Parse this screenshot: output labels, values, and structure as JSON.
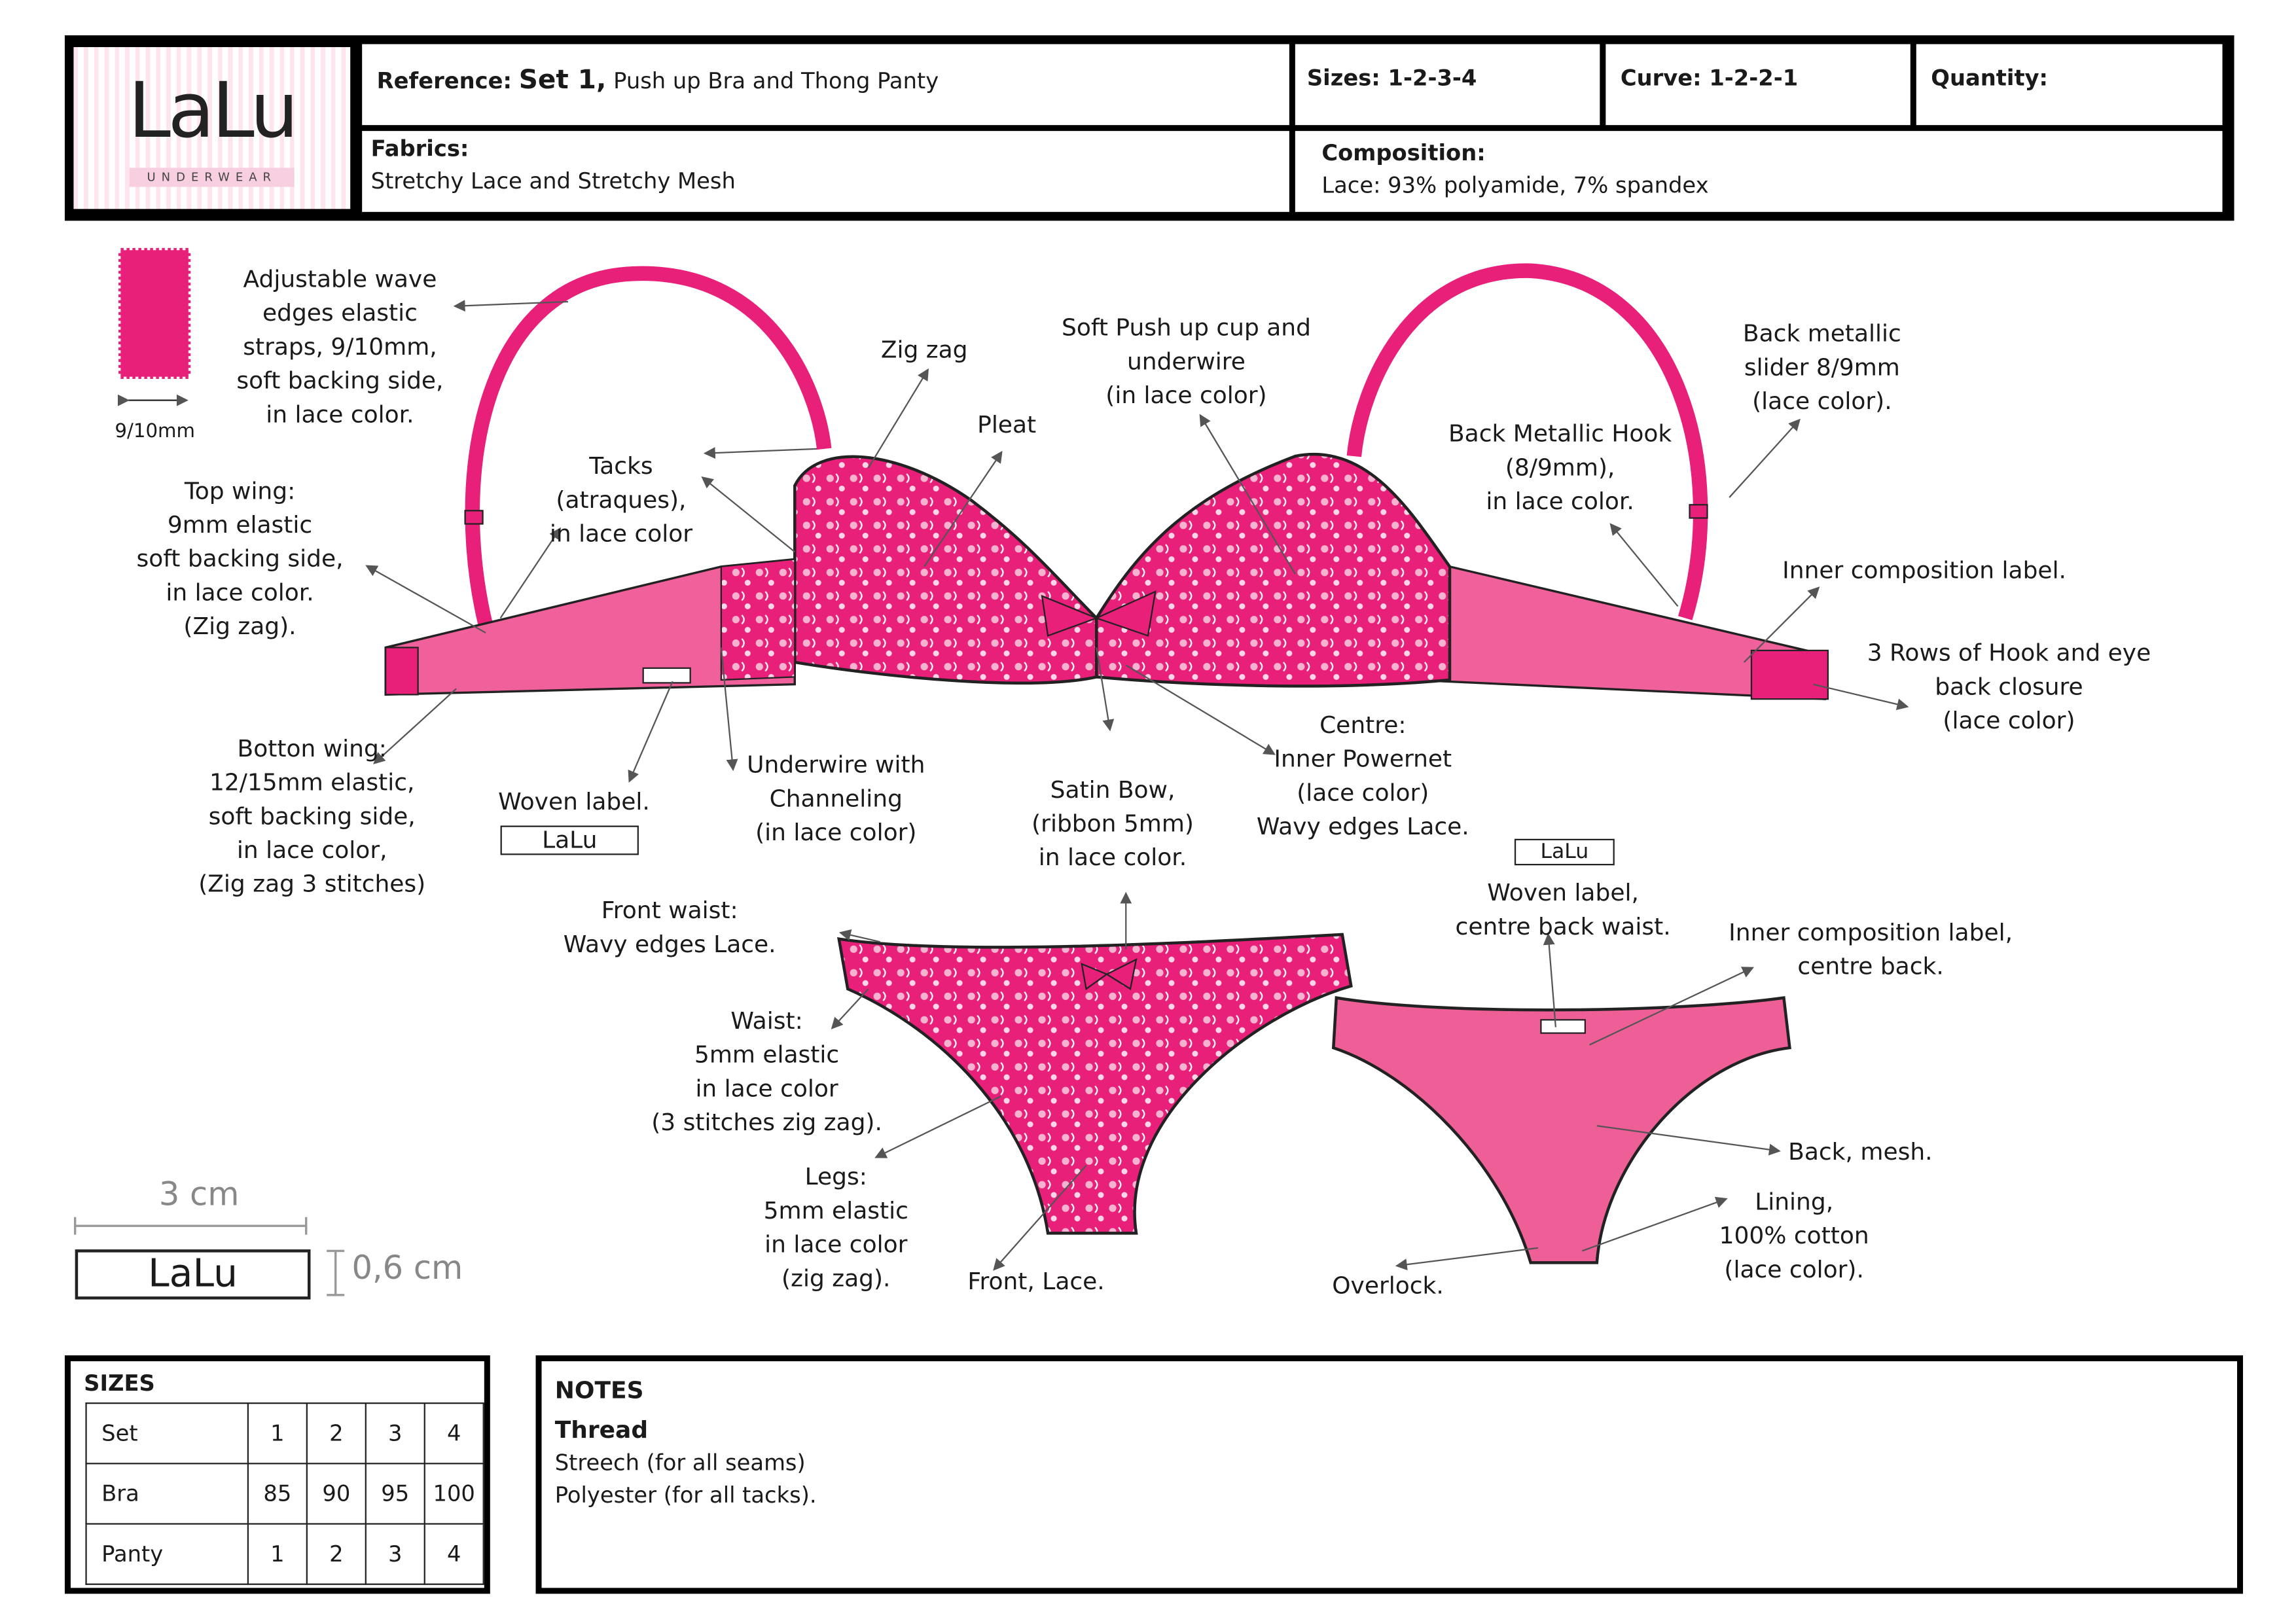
{
  "header": {
    "logo": {
      "brand": "LaLu",
      "tagline": "UNDERWEAR"
    },
    "reference_label": "Reference:",
    "reference_set": "Set 1,",
    "reference_desc": "Push up Bra and  Thong Panty",
    "sizes": "Sizes: 1-2-3-4",
    "curve": "Curve: 1-2-2-1",
    "quantity": "Quantity:",
    "fabrics_label": "Fabrics:",
    "fabrics_value": "Stretchy Lace and Stretchy Mesh",
    "composition_label": "Composition:",
    "composition_value": "Lace: 93% polyamide, 7% spandex"
  },
  "colors": {
    "pink": "#e8207a",
    "pink_light": "#f0609a",
    "mesh": "#ef5f97"
  },
  "swatch": {
    "width_label": "9/10mm"
  },
  "annotations": {
    "straps": "Adjustable wave\nedges elastic\nstraps, 9/10mm,\nsoft backing side,\nin lace color.",
    "top_wing": "Top wing:\n9mm elastic\nsoft backing side,\nin lace color.\n(Zig zag).",
    "tacks": "Tacks\n(atraques),\nin lace color",
    "zigzag": "Zig zag",
    "pleat": "Pleat",
    "cup": "Soft Push up cup and\nunderwire\n(in lace color)",
    "hook": "Back Metallic Hook\n(8/9mm),\nin lace color.",
    "slider": "Back metallic\nslider 8/9mm\n(lace color).",
    "inner_label_bra": "Inner composition label.",
    "closure": "3 Rows of Hook and eye\nback closure\n(lace color)",
    "bottom_wing": "Botton wing:\n12/15mm elastic,\nsoft backing side,\nin lace color,\n(Zig zag 3 stitches)",
    "woven_label": "Woven label.",
    "underwire": "Underwire with\nChanneling\n(in lace color)",
    "bow": "Satin Bow,\n(ribbon 5mm)\nin lace color.",
    "centre": "Centre:\nInner Powernet\n(lace color)\nWavy edges Lace.",
    "woven_back": "Woven label,\ncentre back waist.",
    "inner_label_panty": "Inner composition label,\ncentre back.",
    "front_waist": "Front waist:\nWavy edges Lace.",
    "waist": "Waist:\n5mm elastic\nin lace color\n(3 stitches zig zag).",
    "legs": "Legs:\n5mm elastic\nin lace color\n(zig zag).",
    "front": "Front, Lace.",
    "overlock": "Overlock.",
    "back": "Back, mesh.",
    "lining": "Lining,\n100% cotton\n(lace color)."
  },
  "label_spec": {
    "brand": "LaLu",
    "width": "3 cm",
    "height": "0,6 cm"
  },
  "sizes_table": {
    "title": "SIZES",
    "rows": [
      {
        "name": "Set",
        "values": [
          "1",
          "2",
          "3",
          "4"
        ]
      },
      {
        "name": "Bra",
        "values": [
          "85",
          "90",
          "95",
          "100"
        ]
      },
      {
        "name": "Panty",
        "values": [
          "1",
          "2",
          "3",
          "4"
        ]
      }
    ]
  },
  "notes": {
    "title": "NOTES",
    "subtitle": "Thread",
    "lines": [
      "Streech (for all seams)",
      "Polyester (for all tacks)."
    ]
  }
}
